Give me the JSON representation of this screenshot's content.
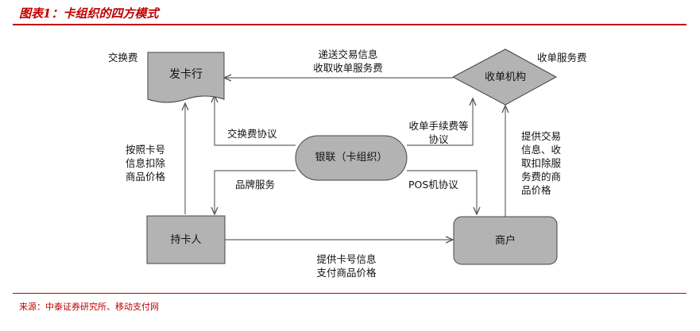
{
  "header": {
    "title": "图表1：卡组织的四方模式"
  },
  "footer": {
    "source": "来源：中泰证券研究所、移动支付网"
  },
  "nodes": {
    "issuer": "发卡行",
    "acquirer": "收单机构",
    "union": "银联（卡组织）",
    "cardholder": "持卡人",
    "merchant": "商户"
  },
  "labels": {
    "interchange_fee": "交换费",
    "acquiring_fee": "收单服务费",
    "top_line1": "递送交易信息",
    "top_line2": "收取收单服务费",
    "interchange_agreement": "交换费协议",
    "acq_fee_line1": "收单手续费等",
    "acq_fee_line2": "协议",
    "brand_service": "品牌服务",
    "pos_agreement": "POS机协议",
    "deduct_line1": "按照卡号",
    "deduct_line2": "信息扣除",
    "deduct_line3": "商品价格",
    "provide_line1": "提供交易",
    "provide_line2": "信息、收",
    "provide_line3": "取扣除服",
    "provide_line4": "务费的商",
    "provide_line5": "品价格",
    "bottom_line1": "提供卡号信息",
    "bottom_line2": "支付商品价格"
  },
  "colors": {
    "accent": "#c00000",
    "box_fill": "#b3b3b3",
    "line": "#555555"
  }
}
